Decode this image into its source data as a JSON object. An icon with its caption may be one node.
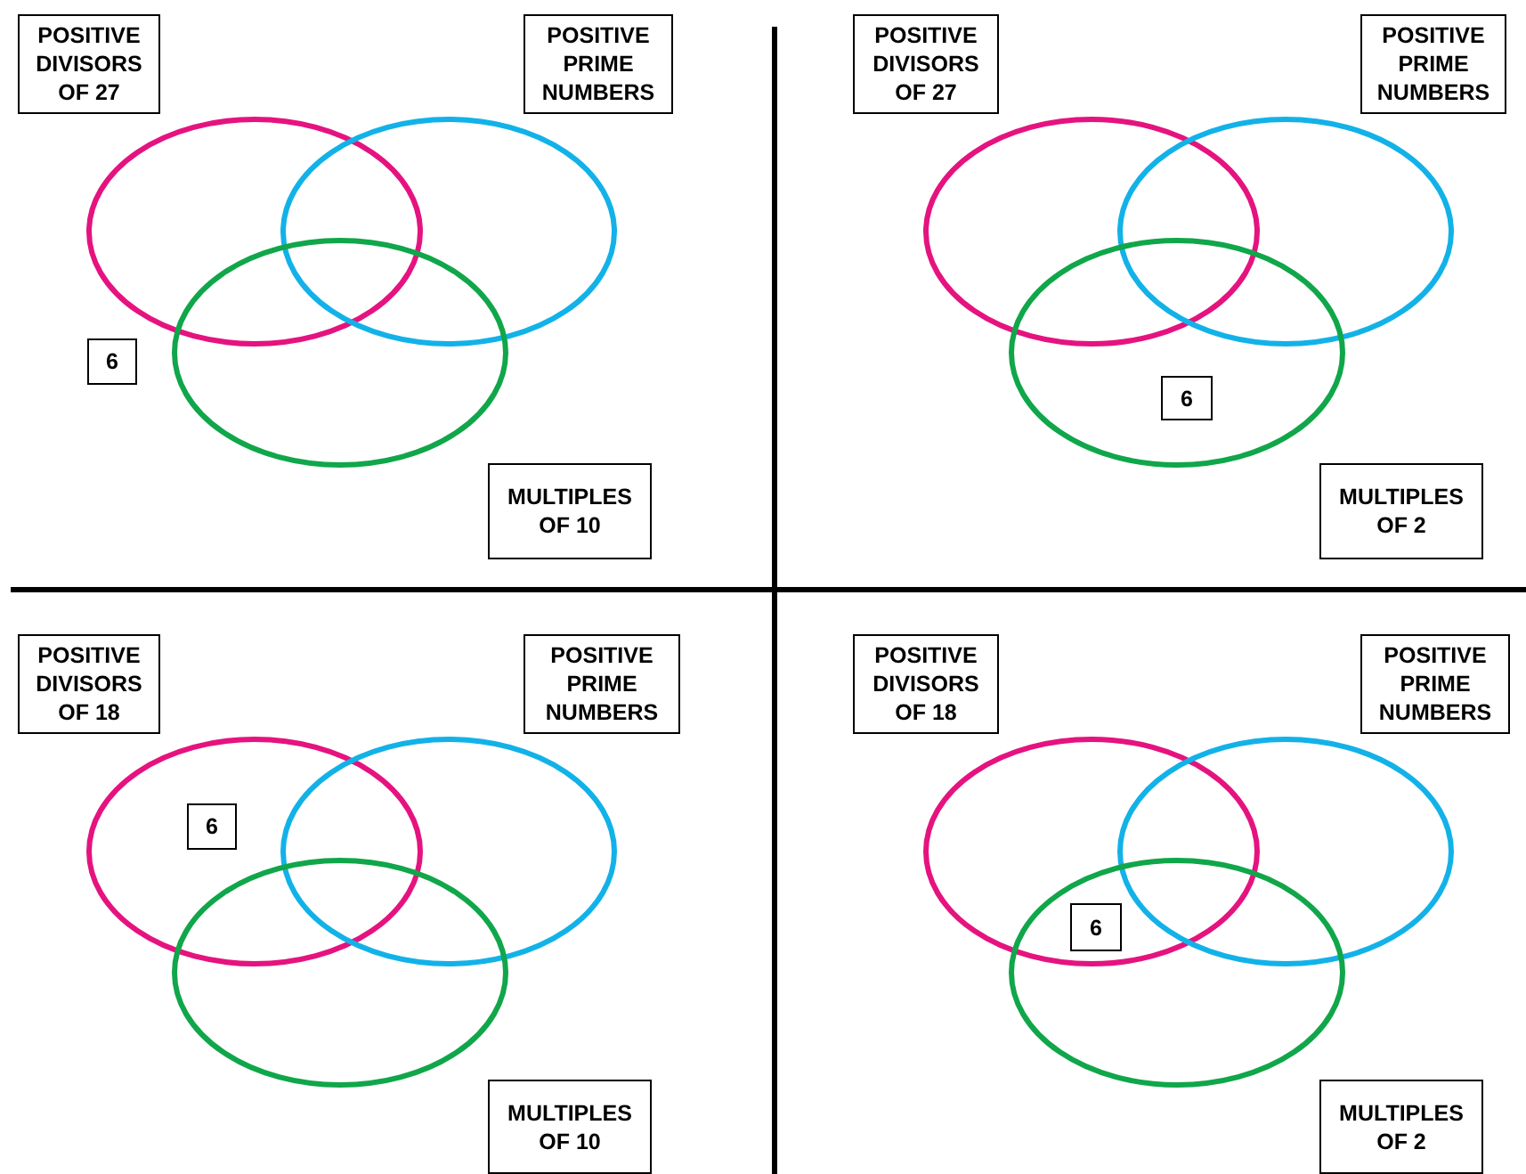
{
  "diagram": {
    "nodes": [
      {
        "text": [
          "POSITIVE DIVISORS OF 27"
        ]
      },
      {
        "text": [
          "POSITIVE PRIME NUMBERS"
        ]
      },
      {
        "text": [
          "6"
        ]
      },
      {
        "text": [
          "MULTIPLES OF 10"
        ]
      },
      {
        "text": [
          "POSITIVE DIVISORS OF 27"
        ]
      },
      {
        "text": [
          "POSITIVE PRIME NUMBERS"
        ]
      },
      {
        "text": [
          "6"
        ]
      },
      {
        "text": [
          "MULTIPLES OF 2"
        ]
      },
      {
        "text": [
          "POSITIVE DIVISORS OF 18"
        ]
      },
      {
        "text": [
          "POSITIVE PRIME NUMBERS"
        ]
      },
      {
        "text": [
          "6"
        ]
      },
      {
        "text": [
          "MULTIPLES OF 10"
        ]
      },
      {
        "text": [
          "POSITIVE DIVISORS OF 18"
        ]
      },
      {
        "text": [
          "POSITIVE PRIME NUMBERS"
        ]
      },
      {
        "text": [
          "6"
        ]
      },
      {
        "text": [
          "MULTIPLES OF 2"
        ]
      }
    ]
  }
}
